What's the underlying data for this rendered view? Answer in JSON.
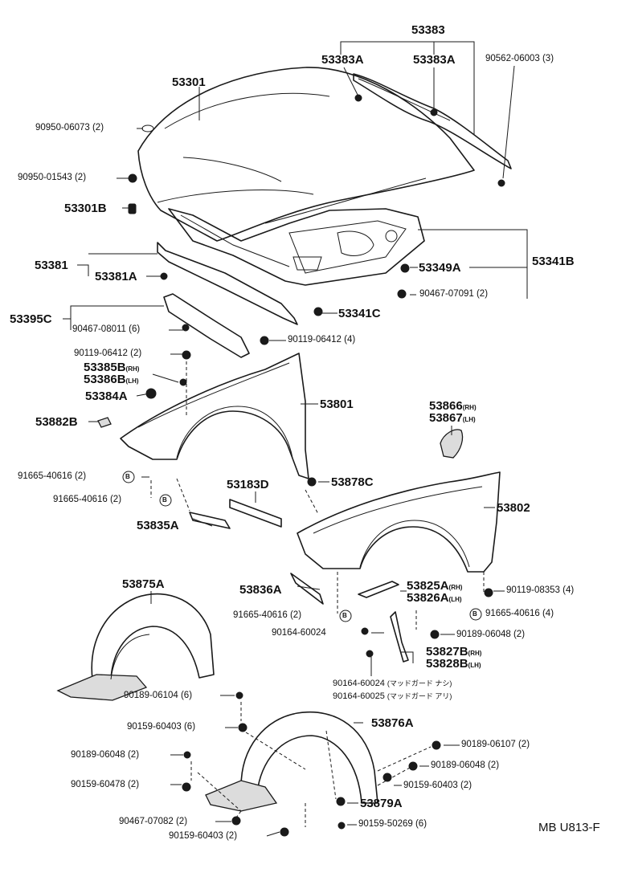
{
  "diagram": {
    "code": "MB U813-F",
    "parts": {
      "p53383": "53383",
      "p53383A_l": "53383A",
      "p53383A_r": "53383A",
      "p90562": "90562-06003 (3)",
      "p53301": "53301",
      "p90950_06073": "90950-06073 (2)",
      "p90950_01543": "90950-01543 (2)",
      "p53301B": "53301B",
      "p53381": "53381",
      "p53381A": "53381A",
      "p53349A": "53349A",
      "p53341B": "53341B",
      "p90467_07091": "90467-07091 (2)",
      "p53341C": "53341C",
      "p53395C": "53395C",
      "p90467_08011": "90467-08011 (6)",
      "p90119_06412_a": "90119-06412 (4)",
      "p90119_06412_b": "90119-06412 (2)",
      "p53385B": "53385B",
      "p53386B": "53386B",
      "p53384A": "53384A",
      "p53801": "53801",
      "p53882B": "53882B",
      "p53866": "53866",
      "p53867": "53867",
      "p91665_40616_a": "91665-40616 (2)",
      "p91665_40616_b": "91665-40616 (2)",
      "p53183D": "53183D",
      "p53878C": "53878C",
      "p53802": "53802",
      "p53835A": "53835A",
      "p53875A": "53875A",
      "p53836A": "53836A",
      "p53825A": "53825A",
      "p53826A": "53826A",
      "p90119_08353": "90119-08353 (4)",
      "p91665_40616_c": "91665-40616 (2)",
      "p91665_40616_d": "91665-40616 (4)",
      "p90164_60024_a": "90164-60024",
      "p90189_06048_a": "90189-06048 (2)",
      "p53827B": "53827B",
      "p53828B": "53828B",
      "p90164_60024_b": "90164-60024",
      "p90164_60025": "90164-60025",
      "p90189_06104": "90189-06104 (6)",
      "p90159_60403_a": "90159-60403 (6)",
      "p53876A": "53876A",
      "p90189_06107": "90189-06107 (2)",
      "p90189_06048_b": "90189-06048 (2)",
      "p90189_06048_c": "90189-06048 (2)",
      "p90159_60478": "90159-60478 (2)",
      "p90159_60403_b": "90159-60403 (2)",
      "p53879A": "53879A",
      "p90467_07082": "90467-07082 (2)",
      "p90159_50269": "90159-50269 (6)",
      "p90159_60403_c": "90159-60403 (2)"
    },
    "side_marks": {
      "rh": "(RH)",
      "lh": "(LH)"
    },
    "notes": {
      "mudguard_none": "(マッドガード ナシ)",
      "mudguard_with": "(マッドガード アリ)"
    },
    "marker": "B"
  }
}
